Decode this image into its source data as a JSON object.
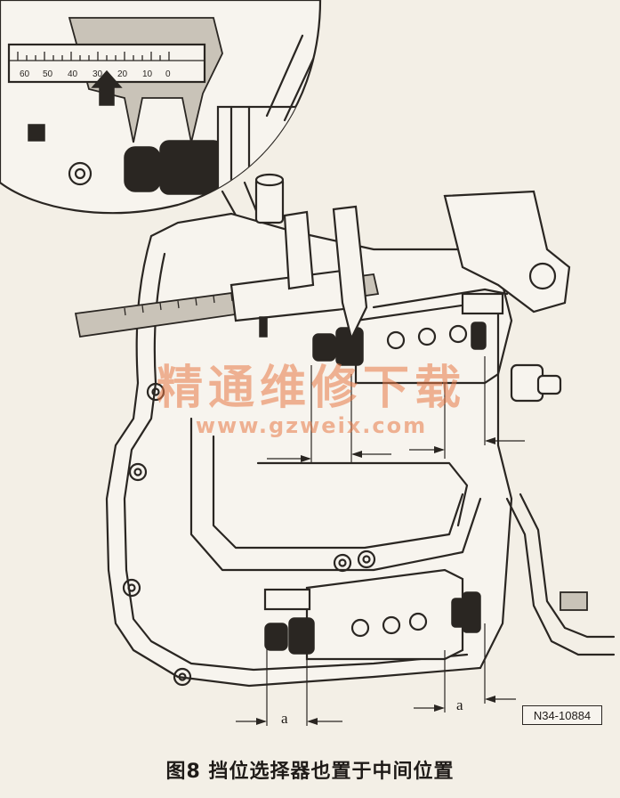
{
  "figure": {
    "caption": "图8  挡位选择器也置于中间位置",
    "reference_code": "N34-10884",
    "dimension_labels": [
      "a",
      "a"
    ],
    "caliper_scale_labels": [
      "60",
      "50",
      "40",
      "30",
      "20",
      "10",
      "0"
    ]
  },
  "watermark": {
    "text": "精通维修下载",
    "url": "www.gzweix.com"
  }
}
